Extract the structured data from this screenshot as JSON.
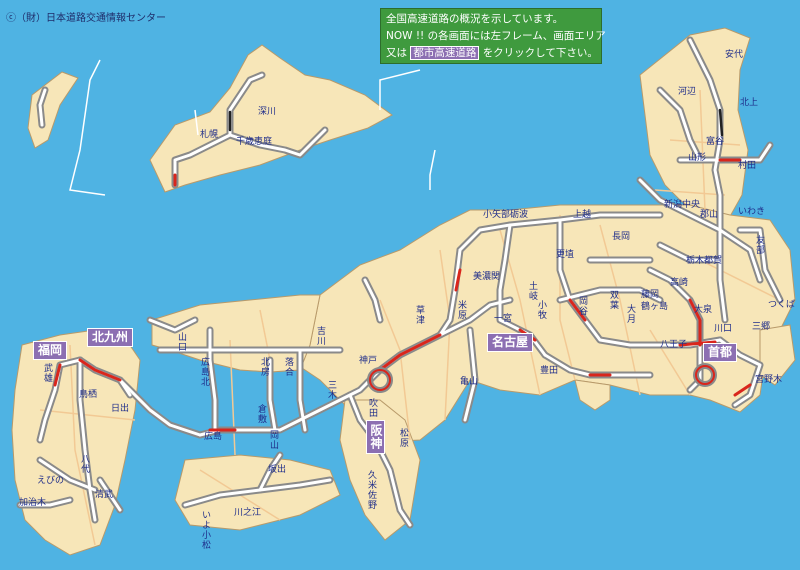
{
  "credit": "ⓒ（財）日本道路交通情報センター",
  "info": {
    "line1": "全国高速道路の概況を示しています。",
    "line2": "NOW !! の各画面には左フレーム、画面エリア",
    "line3_pre": "又は",
    "line3_btn": "都市高速道路",
    "line3_post": "をクリックして下さい。"
  },
  "areas": {
    "kitakyushu": "北九州",
    "fukuoka": "福岡",
    "nagoya": "名古屋",
    "hanshin": "阪神",
    "shuto": "首都"
  },
  "labels": {
    "anshi": "安代",
    "kawabe": "河辺",
    "kitakami": "北上",
    "tomiya": "富谷",
    "yamagata": "山形",
    "murata": "村田",
    "niigata": "新潟中央",
    "koriyama": "郡山",
    "iwaki": "いわき",
    "tomobe": "友部",
    "tochigi": "栃木都賀",
    "takasaki": "高崎",
    "fujioka": "藤岡",
    "tsurugashima": "鶴ヶ島",
    "ooizumi": "大泉",
    "tsukuba": "つくば",
    "misato": "三郷",
    "kawaguchi": "川口",
    "hachioji": "八王子",
    "miyanoki": "宮野木",
    "oyabe": "小矢部砺波",
    "joetsu": "上越",
    "nagaoka": "長岡",
    "koshoku": "更埴",
    "mino": "美濃関",
    "toki": "土岐",
    "okaya": "岡谷",
    "futaba": "双葉",
    "otsuki": "大月",
    "komaki": "小牧",
    "ichinomiya": "一宮",
    "maibara": "米原",
    "kusatsu": "草津",
    "kameyama": "亀山",
    "toyota": "豊田",
    "kobe": "神戸",
    "suita": "吹田",
    "matsubara": "松原",
    "miki": "三木",
    "kumenosato": "久米佐野",
    "yoshikawa": "吉川",
    "yamaguchi": "山口",
    "hiroshimakita": "広島北",
    "kitafusa": "北房",
    "ochiai": "落合",
    "hiroshima": "広島",
    "kurashiki": "倉敷",
    "okayama": "岡山",
    "sakaide": "坂出",
    "iyokomatsu": "いよ小松",
    "kawanoe": "川之江",
    "sapporo": "札幌",
    "fukagawa": "深川",
    "chitose": "千歳恵庭",
    "takeo": "武雄",
    "tosu": "鳥栖",
    "hita": "日出",
    "yatsushiro": "八代",
    "ebino": "えびの",
    "kiyotake": "清武",
    "kajiki": "加治木"
  }
}
